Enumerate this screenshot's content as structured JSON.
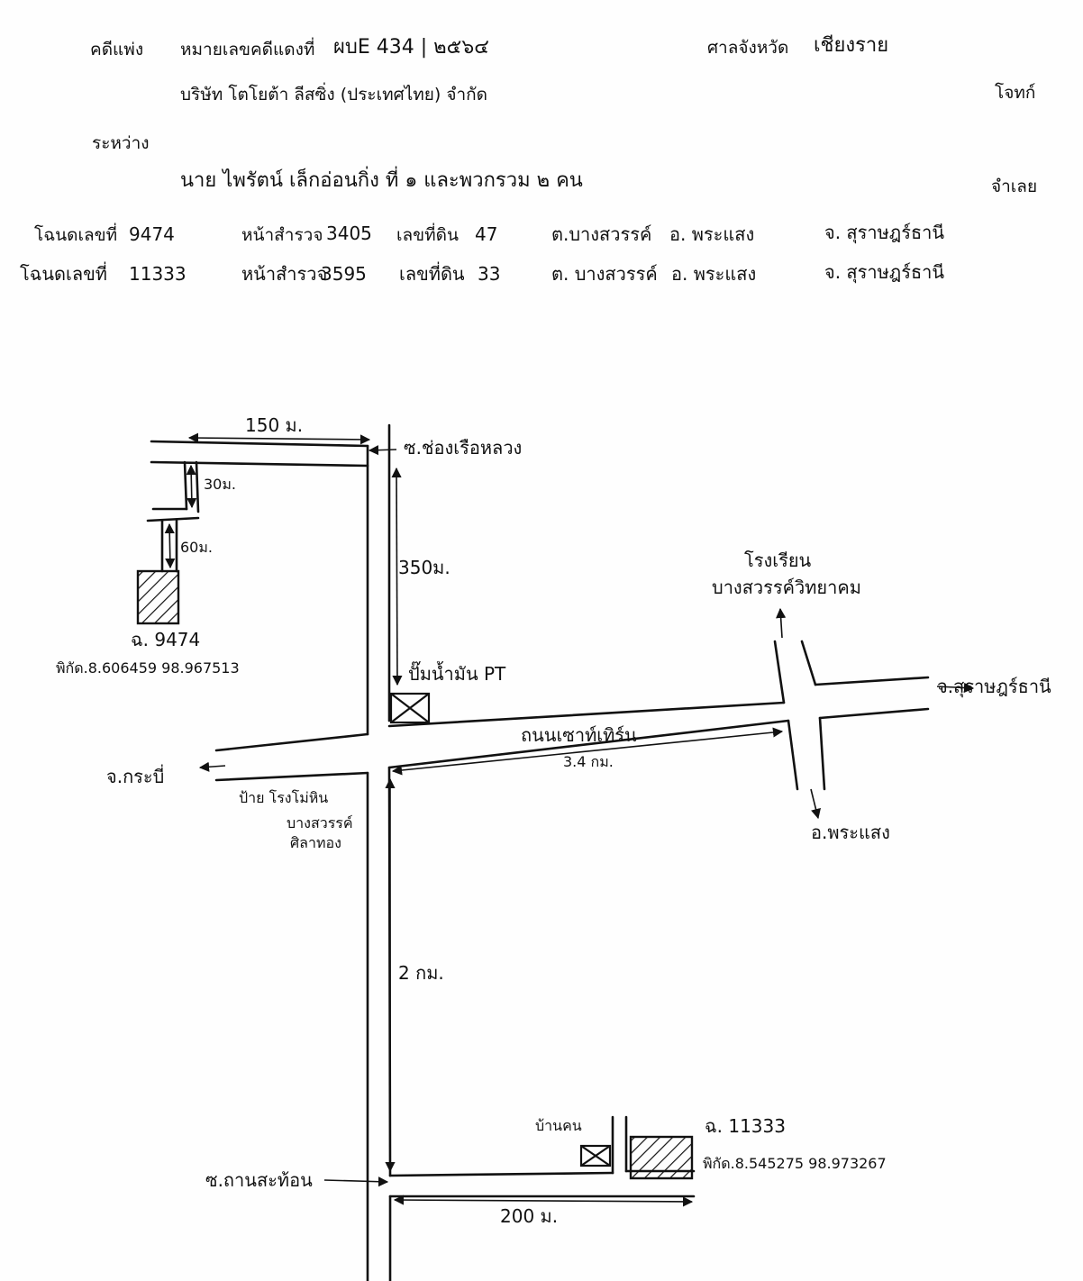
{
  "header": {
    "case_type": "คดีแพ่ง",
    "case_no_label": "หมายเลขคดีแดงที่",
    "case_no_value": "ผบE 434 | ๒๕๖๔",
    "court_label": "ศาลจังหวัด",
    "court_value": "เชียงราย",
    "plaintiff": "บริษัท โตโยต้า ลีสซิ่ง (ประเทศไทย) จำกัด",
    "plaintiff_role": "โจทก์",
    "between": "ระหว่าง",
    "defendant": "นาย ไพรัตน์ เล็กอ่อนกิ่ง ที่ ๑ และพวกรวม ๒ คน",
    "defendant_role": "จำเลย"
  },
  "deeds": [
    {
      "label": "โฉนดเลขที่",
      "no": "9474",
      "survey_label": "หน้าสำรวจ",
      "survey": "3405",
      "land_label": "เลขที่ดิน",
      "land": "47",
      "tambon": "ต.บางสวรรค์",
      "amphoe": "อ. พระแสง",
      "province": "จ. สุราษฎร์ธานี"
    },
    {
      "label": "โฉนดเลขที่",
      "no": "11333",
      "survey_label": "หน้าสำรวจ",
      "survey": "3595",
      "land_label": "เลขที่ดิน",
      "land": "33",
      "tambon": "ต. บางสวรรค์",
      "amphoe": "อ. พระแสง",
      "province": "จ. สุราษฎร์ธานี"
    }
  ],
  "map": {
    "dist_150": "150 ม.",
    "dist_30": "30ม.",
    "dist_60": "60ม.",
    "dist_350": "350ม.",
    "dist_34": "3.4 กม.",
    "dist_2km": "2 กม.",
    "dist_200": "200 ม.",
    "soi_top": "ซ.ช่องเรือหลวง",
    "soi_bottom": "ซ.ถานสะท้อน",
    "school_line1": "โรงเรียน",
    "school_line2": "บางสวรรค์วิทยาคม",
    "gas_station": "ปั๊มน้ำมัน PT",
    "road_name": "ถนนเซาท์เทิร์น",
    "to_krabi": "จ.กระบี่",
    "to_surat": "จ.สุราษฎร์ธานี",
    "to_phrasaeng": "อ.พระแสง",
    "sign_line1": "ป้าย โรงโม่หิน",
    "sign_line2": "บางสวรรค์",
    "sign_line3": "ศิลาทอง",
    "plot1_label": "ฉ. 9474",
    "plot1_coords": "พิกัด.8.606459 98.967513",
    "plot2_label": "ฉ. 11333",
    "plot2_coords": "พิกัด.8.545275 98.973267",
    "house_label": "บ้านคน"
  }
}
